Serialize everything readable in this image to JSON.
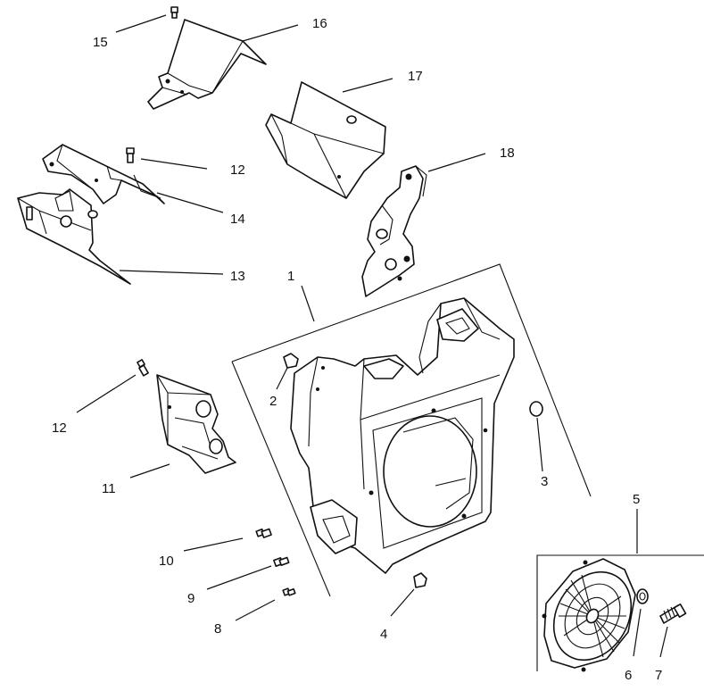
{
  "diagram": {
    "callouts": {
      "c1": "1",
      "c2": "2",
      "c3": "3",
      "c4": "4",
      "c5": "5",
      "c6": "6",
      "c7": "7",
      "c8": "8",
      "c9": "9",
      "c10": "10",
      "c11": "11",
      "c12a": "12",
      "c12b": "12",
      "c13": "13",
      "c14": "14",
      "c15": "15",
      "c16": "16",
      "c17": "17",
      "c18": "18"
    }
  }
}
